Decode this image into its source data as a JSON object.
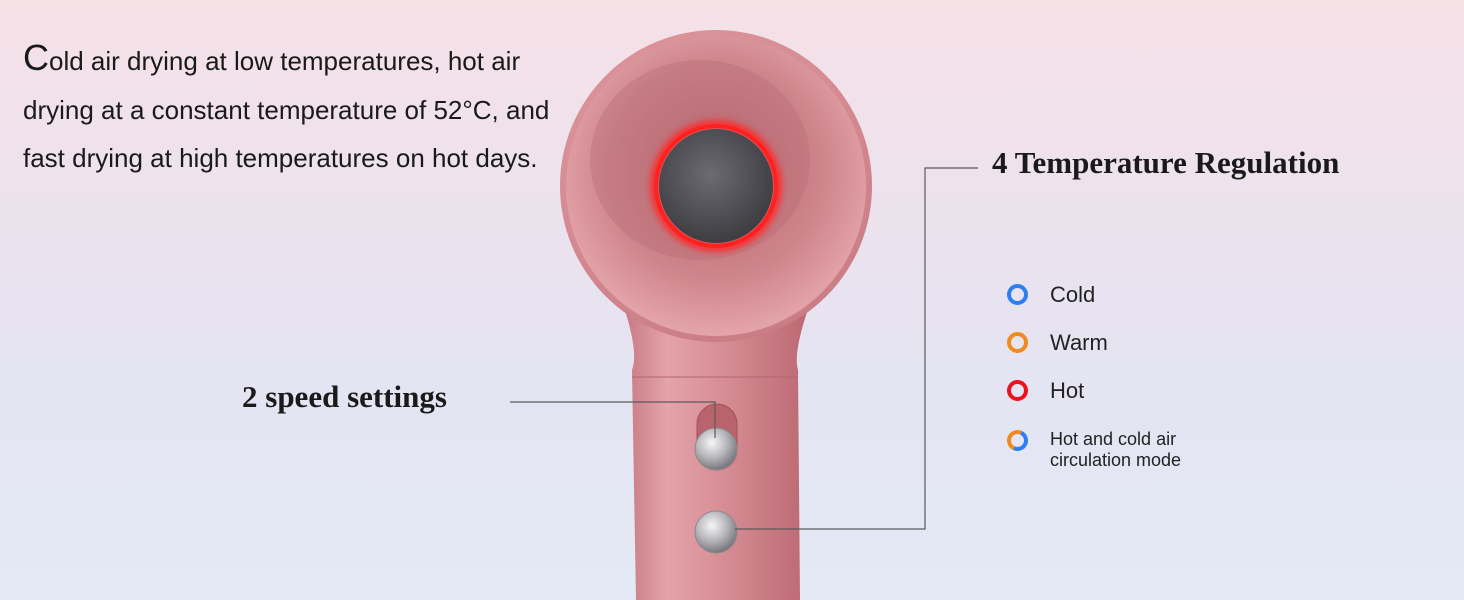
{
  "description": {
    "first_letter": "C",
    "rest": "old air drying at low temperatures, hot air drying at a constant temperature of 52°C, and fast drying at high temperatures on hot days."
  },
  "callouts": {
    "temperature": "4 Temperature Regulation",
    "speed": "2 speed settings"
  },
  "legend": [
    {
      "label": "Cold",
      "color": "#2f7df2"
    },
    {
      "label": "Warm",
      "color": "#f08a1c"
    },
    {
      "label": "Hot",
      "color": "#e8141e"
    },
    {
      "label": "Hot and cold air circulation mode",
      "colors": [
        "#f08a1c",
        "#2f7df2"
      ]
    }
  ],
  "colors": {
    "dryer_body": "#d98e95",
    "led_ring": "#ff2020",
    "nozzle_core": "#4b4b50"
  }
}
